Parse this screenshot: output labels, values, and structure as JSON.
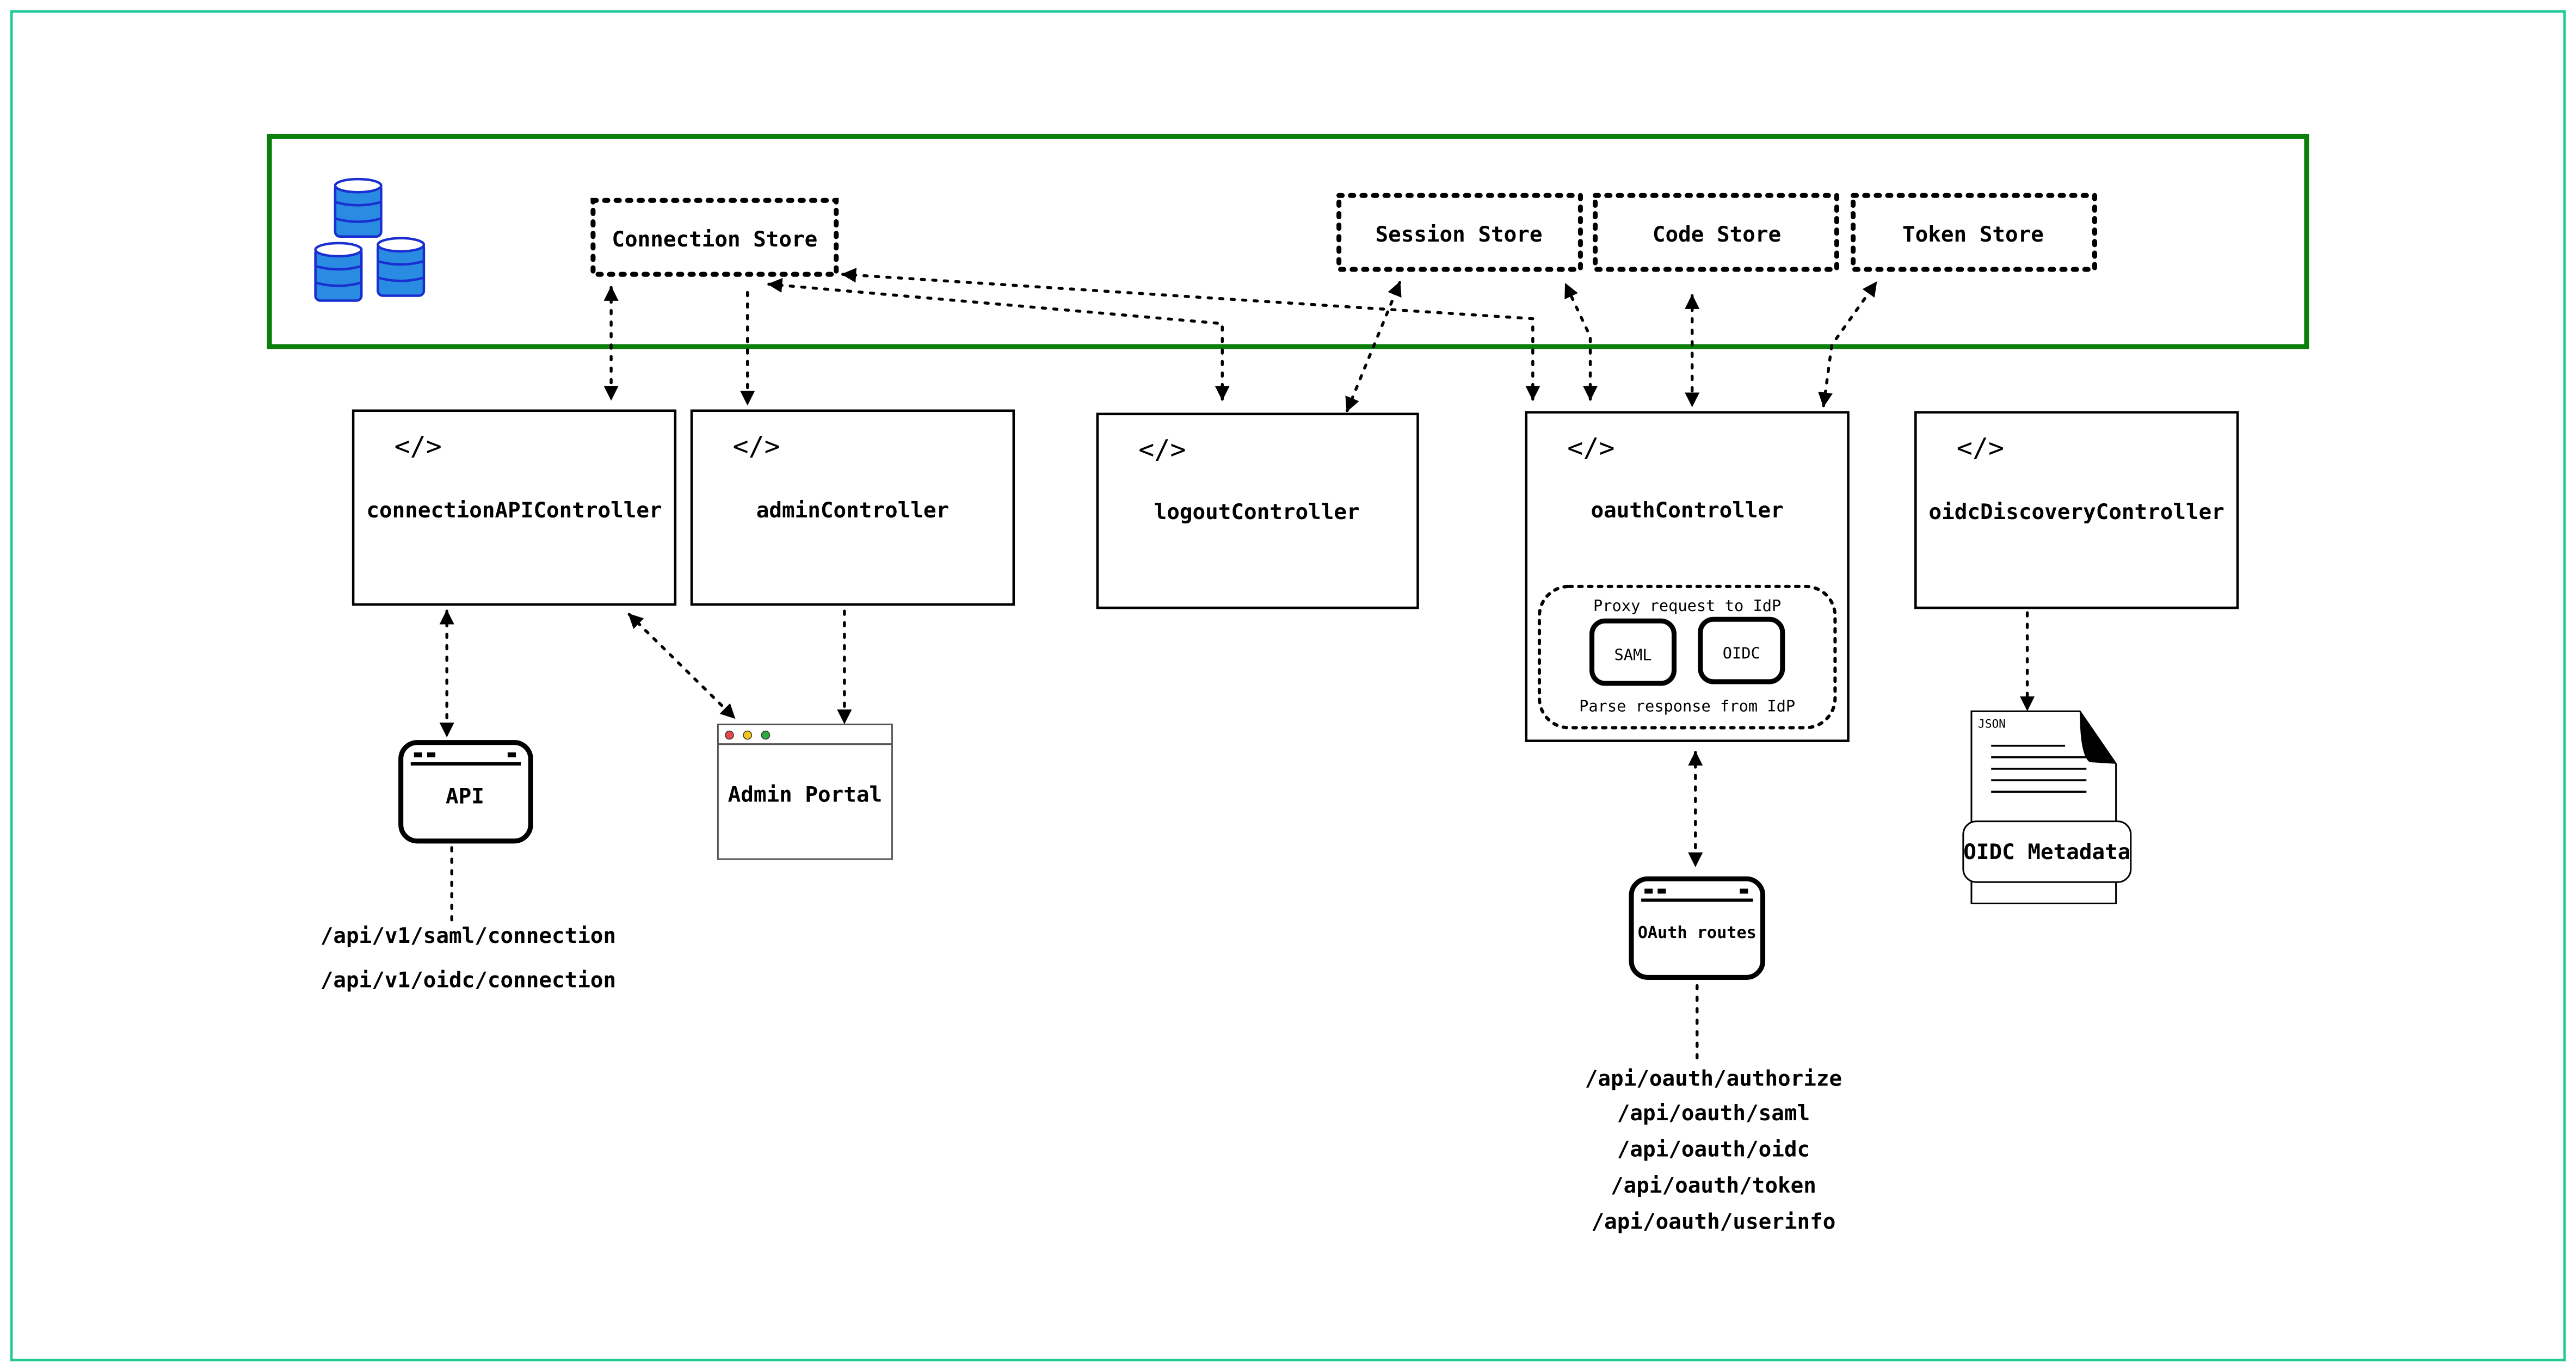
{
  "colors": {
    "frame": "#20c997",
    "datastore_group": "#0a7f0a",
    "database_icon": "#2a8be2"
  },
  "stores": {
    "connection": "Connection Store",
    "session": "Session Store",
    "code": "Code Store",
    "token": "Token Store"
  },
  "controllers": {
    "connection_api": "connectionAPIController",
    "admin": "adminController",
    "logout": "logoutController",
    "oauth": "oauthController",
    "oidc_discovery": "oidcDiscoveryController"
  },
  "oauth_inner": {
    "proxy": "Proxy request to IdP",
    "saml": "SAML",
    "oidc": "OIDC",
    "parse": "Parse response from IdP"
  },
  "api_box": {
    "label": "API",
    "routes": [
      "/api/v1/saml/connection",
      "/api/v1/oidc/connection"
    ]
  },
  "admin_portal": {
    "label": "Admin Portal"
  },
  "oauth_routes": {
    "label": "OAuth routes",
    "routes": [
      "/api/oauth/authorize",
      "/api/oauth/saml",
      "/api/oauth/oidc",
      "/api/oauth/token",
      "/api/oauth/userinfo"
    ]
  },
  "oidc_metadata": {
    "doc_tag": "JSON",
    "label": "OIDC Metadata"
  }
}
